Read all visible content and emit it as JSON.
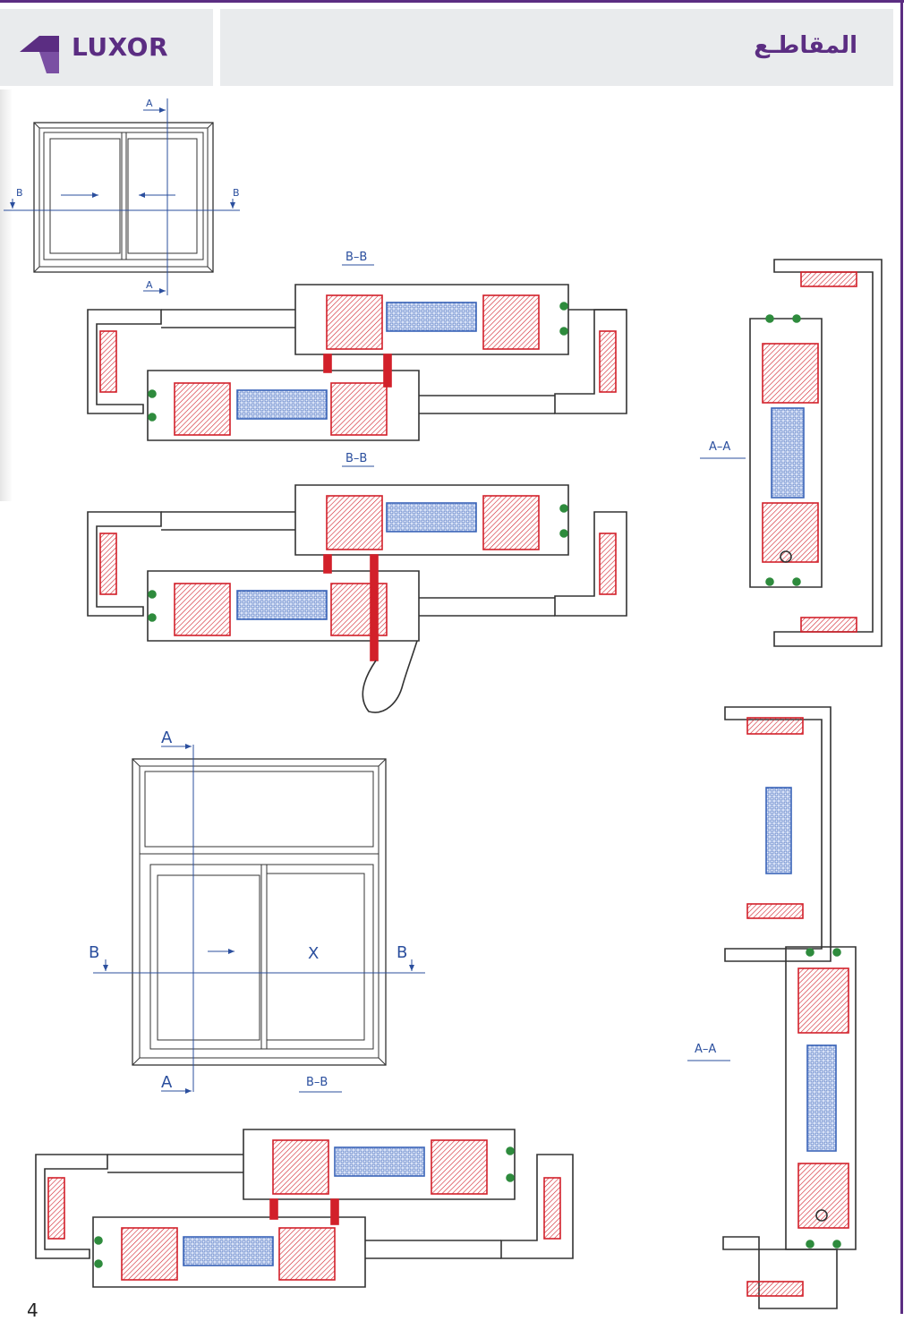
{
  "header": {
    "brand": "LUXOR",
    "title": "المقاطـع"
  },
  "colors": {
    "brand_purple": "#5b2d82",
    "section_blue": "#2b4f9e",
    "reinforcement_red": "#d2202a",
    "gasket_green": "#2e8b3d",
    "profile_gray": "#333333"
  },
  "icons": {
    "logo": "luxor-logo-icon"
  },
  "drawing1": {
    "cut_a_top": "A",
    "cut_a_bottom": "A",
    "cut_b_left": "B",
    "cut_b_right": "B"
  },
  "sections": {
    "bb_1": "B–B",
    "bb_2": "B–B",
    "bb_3": "B–B",
    "aa_1": "A–A",
    "aa_2": "A–A"
  },
  "drawing2": {
    "cut_a_top": "A",
    "cut_a_bottom": "A",
    "cut_b_left": "B",
    "cut_b_right": "B",
    "fixed_mark": "X"
  },
  "page": {
    "number": "4"
  }
}
